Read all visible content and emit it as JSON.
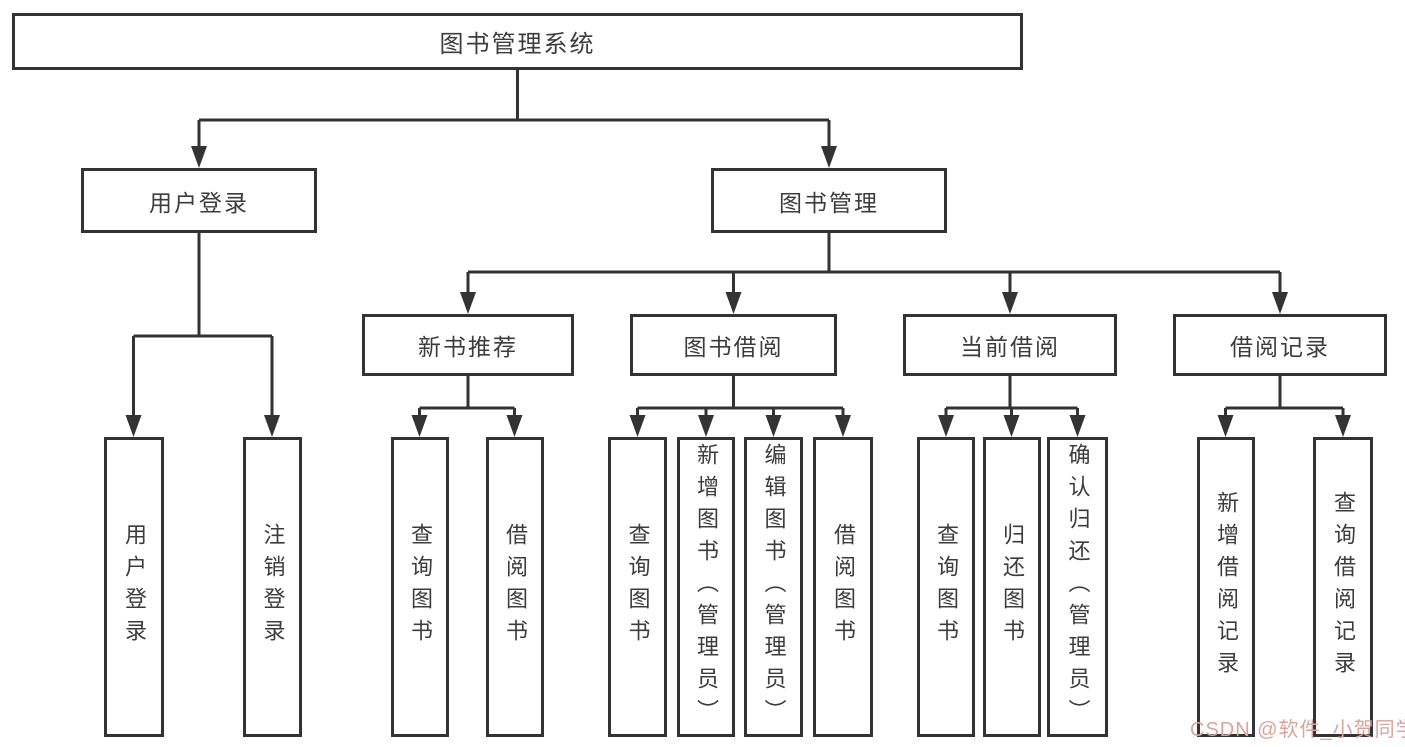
{
  "colors": {
    "line": "#333333",
    "text": "#3c3c3c",
    "watermark": "#d9a39e",
    "background": "#ffffff"
  },
  "watermark": {
    "text": "CSDN @软件_小贺同学"
  },
  "tree": {
    "root": {
      "label": "图书管理系统"
    },
    "branches": [
      {
        "label": "用户登录",
        "children": [
          {
            "label": "用户登录"
          },
          {
            "label": "注销登录"
          }
        ]
      },
      {
        "label": "图书管理",
        "children": [
          {
            "label": "新书推荐",
            "children": [
              {
                "label": "查询图书"
              },
              {
                "label": "借阅图书"
              }
            ]
          },
          {
            "label": "图书借阅",
            "children": [
              {
                "label": "查询图书"
              },
              {
                "label": "新增图书（管理员）"
              },
              {
                "label": "编辑图书（管理员）"
              },
              {
                "label": "借阅图书"
              }
            ]
          },
          {
            "label": "当前借阅",
            "children": [
              {
                "label": "查询图书"
              },
              {
                "label": "归还图书"
              },
              {
                "label": "确认归还（管理员）"
              }
            ]
          },
          {
            "label": "借阅记录",
            "children": [
              {
                "label": "新增借阅记录"
              },
              {
                "label": "查询借阅记录"
              }
            ]
          }
        ]
      }
    ]
  }
}
